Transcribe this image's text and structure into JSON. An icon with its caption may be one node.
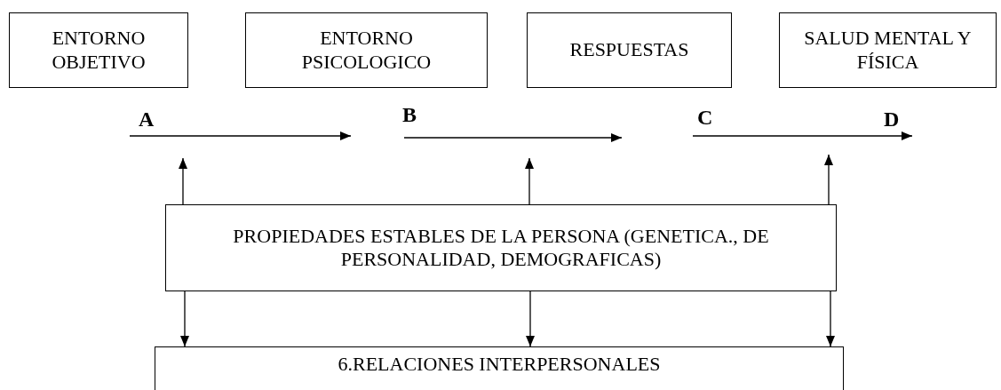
{
  "diagram": {
    "nodes": [
      {
        "text": [
          "ENTORNO OBJETIVO"
        ]
      },
      {
        "text": [
          "ENTORNO PSICOLOGICO"
        ]
      },
      {
        "text": [
          "RESPUESTAS"
        ]
      },
      {
        "text": [
          "SALUD MENTAL Y FÍSICA"
        ]
      },
      {
        "text": [
          "PROPIEDADES ESTABLES DE LA PERSONA (GENETICA., DE PERSONALIDAD, DEMOGRAFICAS)"
        ]
      },
      {
        "text": [
          "6.RELACIONES INTERPERSONALES"
        ]
      }
    ],
    "edges": [
      {
        "from": 4,
        "to": null,
        "arrow": "to"
      },
      {
        "from": 4,
        "to": null,
        "arrow": "to"
      },
      {
        "from": 4,
        "to": null,
        "arrow": "to"
      },
      {
        "from": 4,
        "to": 5,
        "arrow": "to"
      },
      {
        "from": 4,
        "to": 5,
        "arrow": "to"
      },
      {
        "from": 4,
        "to": 5,
        "arrow": "to"
      }
    ],
    "labels": [
      "A",
      "B",
      "C",
      "D"
    ]
  }
}
